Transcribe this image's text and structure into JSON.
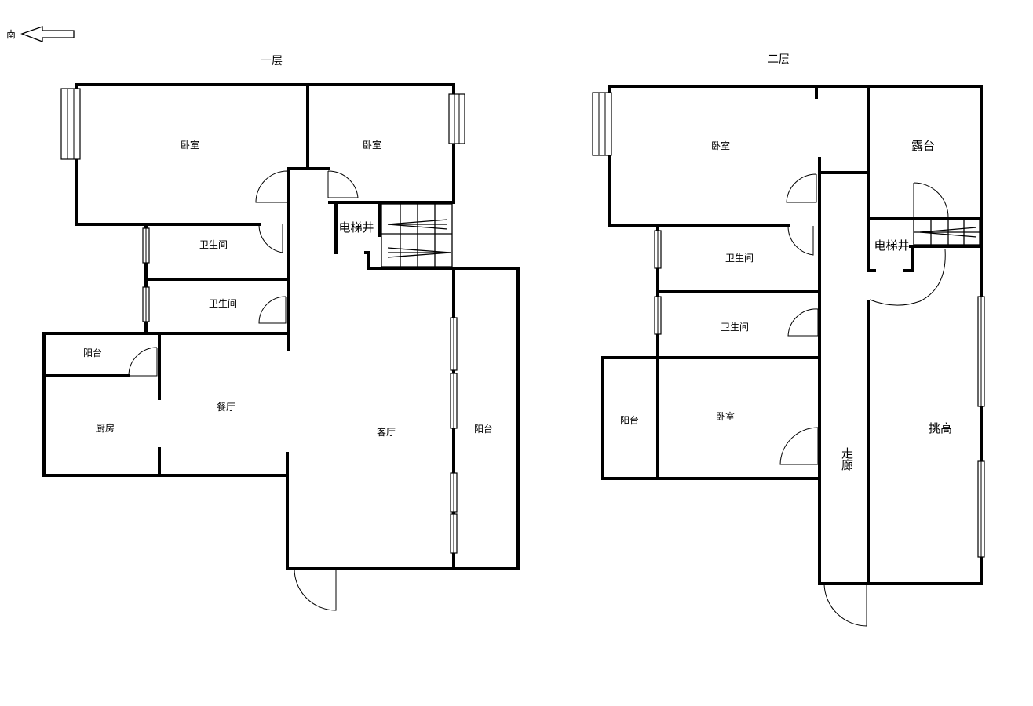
{
  "compass": {
    "label": "南",
    "icon": "arrow-left-icon"
  },
  "floors": [
    {
      "title": "一层",
      "rooms": [
        {
          "name": "卧室"
        },
        {
          "name": "卧室"
        },
        {
          "name": "卫生间"
        },
        {
          "name": "卫生间"
        },
        {
          "name": "电梯井"
        },
        {
          "name": "阳台"
        },
        {
          "name": "厨房"
        },
        {
          "name": "餐厅"
        },
        {
          "name": "客厅"
        },
        {
          "name": "阳台"
        }
      ]
    },
    {
      "title": "二层",
      "rooms": [
        {
          "name": "卧室"
        },
        {
          "name": "露台"
        },
        {
          "name": "电梯井"
        },
        {
          "name": "卫生间"
        },
        {
          "name": "卫生间"
        },
        {
          "name": "阳台"
        },
        {
          "name": "卧室"
        },
        {
          "name": "走廊"
        },
        {
          "name": "挑高"
        }
      ]
    }
  ]
}
